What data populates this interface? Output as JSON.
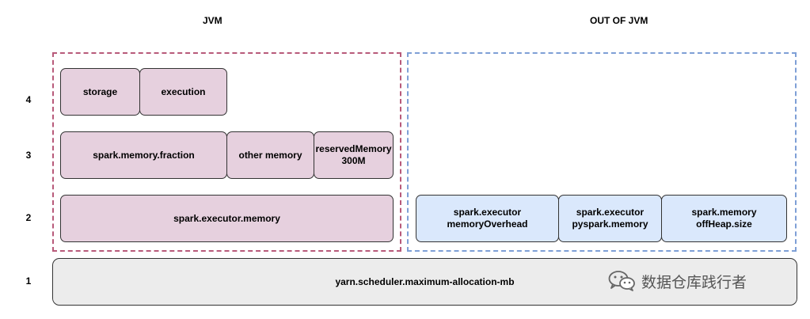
{
  "headers": {
    "jvm": "JVM",
    "out_of_jvm": "OUT OF JVM"
  },
  "levels": [
    "4",
    "3",
    "2",
    "1"
  ],
  "colors": {
    "jvm_border": "#b85a7a",
    "out_border": "#7e9fd6",
    "jvm_fill": "#e6d0de",
    "out_fill": "#dae8fc",
    "base_fill": "#ececec"
  },
  "jvm": {
    "row4": [
      "storage",
      "execution"
    ],
    "row3": [
      "spark.memory.fraction",
      "other memory",
      "reservedMemory",
      "300M"
    ],
    "row2": "spark.executor.memory"
  },
  "out_of_jvm": {
    "row2": [
      {
        "line1": "spark.executor",
        "line2": "memoryOverhead"
      },
      {
        "line1": "spark.executor",
        "line2": "pyspark.memory"
      },
      {
        "line1": "spark.memory",
        "line2": "offHeap.size"
      }
    ]
  },
  "base": "yarn.scheduler.maximum-allocation-mb",
  "watermark": "数据仓库践行者"
}
